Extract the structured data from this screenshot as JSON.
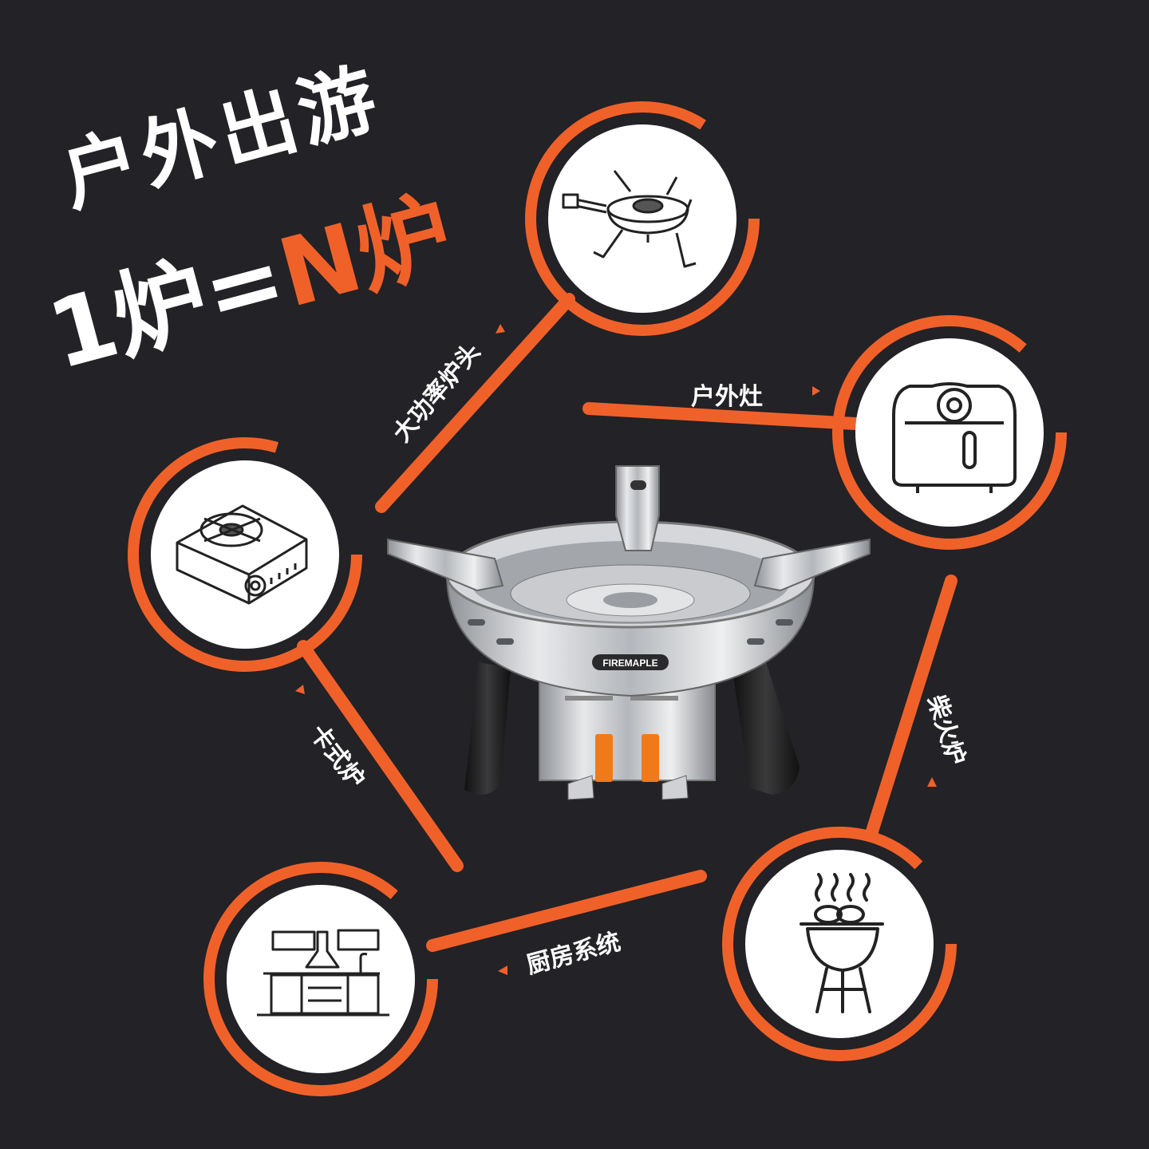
{
  "headline": {
    "line1": "户外出游",
    "line2_prefix": "1炉=",
    "line2_accent": "N炉"
  },
  "labels": {
    "burner_head": "大功率炉头",
    "outdoor_stove": "户外灶",
    "cassette_stove": "卡式炉",
    "wood_stove": "柴火炉",
    "kitchen_system": "厨房系统"
  },
  "product": {
    "brand": "FIREMAPLE"
  },
  "colors": {
    "background": "#232226",
    "accent": "#f0612a",
    "text": "#ffffff"
  },
  "icons": [
    "burner-stove-icon",
    "air-fryer-icon",
    "cassette-stove-icon",
    "bbq-grill-icon",
    "kitchen-icon"
  ]
}
